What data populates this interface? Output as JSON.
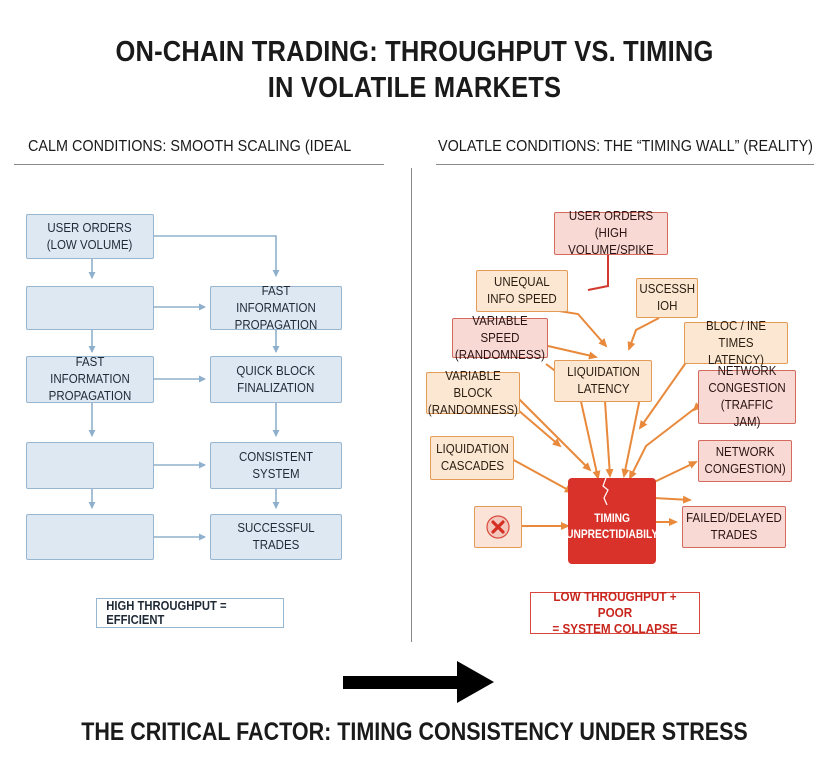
{
  "title": {
    "line1": "ON-CHAIN TRADING: THROUGHPUT VS. TIMING",
    "line2": "IN VOLATILE MARKETS"
  },
  "left_panel": {
    "heading": "CALM CONDITIONS: SMOOTH SCALING (IDEAL",
    "boxes": {
      "user_orders": "USER ORDERS\n(LOW VOLUME)",
      "fast_info_right": "FAST INFORMATION\nPROPAGATION",
      "fast_info_left": "FAST INFORMATION\nPROPAGATION",
      "quick_block": "QUICK BLOCK\nFINALIZATION",
      "consistent": "CONSISTENT SYSTEM",
      "successful": "SUCCESSFUL TRADES"
    },
    "summary": "HIGH THROUGHPUT = EFFICIENT"
  },
  "right_panel": {
    "heading": "VOLATLE CONDITIONS: THE “TIMING WALL” (REALITY)",
    "boxes": {
      "user_orders_high": "USER ORDERS (HIGH\nVOLUME/SPIKE",
      "unequal_info": "UNEQUAL\nINFO SPEED",
      "uscessh": "USCESSH\nIOH",
      "variable_speed": "VARIABLE SPEED\n(RANDOMNESS)",
      "bloc_times": "BLOC / INE TIMES\nLATENCY)",
      "liquidation_latency": "LIQUIDATION\nLATENCY",
      "variable_block": "VARIABLE BLOCK\n(RANDOMNESS)",
      "network_congestion_traffic": "NETWORK\nCONGESTION\n(TRAFFIC JAM)",
      "liquidation_cascades": "LIQUIDATION\nCASCADES",
      "network_congestion": "NETWORK\nCONGESTION)",
      "failed_delayed": "FAILED/DELAYED\nTRADES",
      "core": "TIMING\nUNPRECTIDIABILY"
    },
    "summary": "LOW THROUGHPUT + POOR\n= SYSTEM COLLAPSE"
  },
  "footer": "THE CRITICAL FACTOR: TIMING CONSISTENCY UNDER STRESS",
  "colors": {
    "blue_fill": "#dde8f3",
    "blue_border": "#97b6d2",
    "blue_arrow": "#8fb0cc",
    "orange_fill": "#fbe7d2",
    "orange_border": "#e59a56",
    "orange_arrow": "#e8893b",
    "red_core": "#d8322b",
    "red_text": "#c8261d"
  }
}
